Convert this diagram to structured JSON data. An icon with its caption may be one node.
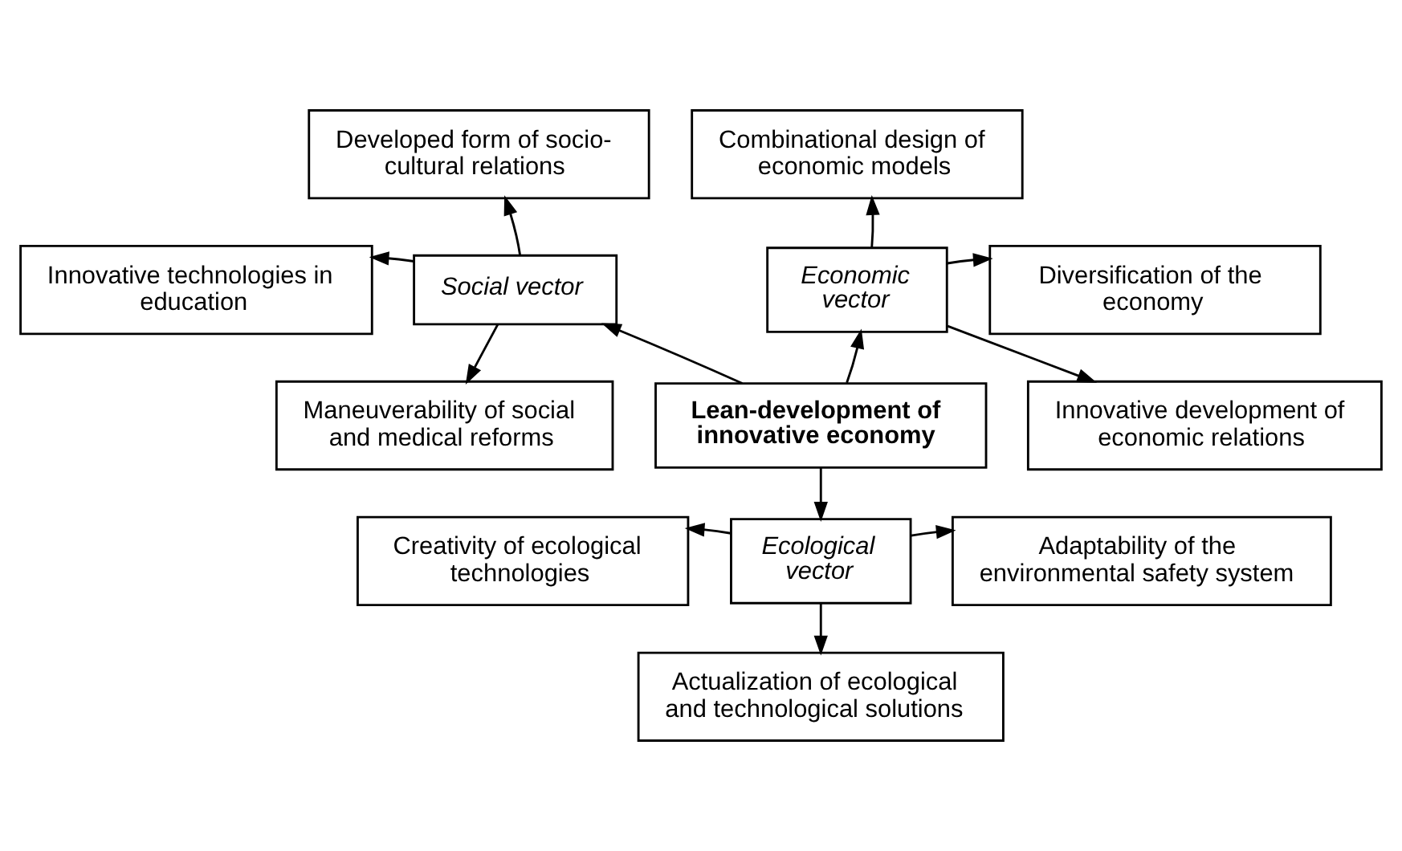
{
  "diagram": {
    "nodes": [
      {
        "text": [
          "Developed form of socio-cultural relations"
        ]
      },
      {
        "text": [
          "Combinational design of economic models"
        ]
      },
      {
        "text": [
          "Innovative technologies in education"
        ]
      },
      {
        "text": [
          "Social vector"
        ]
      },
      {
        "text": [
          "Economic vector"
        ]
      },
      {
        "text": [
          "Diversification of the economy"
        ]
      },
      {
        "text": [
          "Maneuverability of social and medical reforms"
        ]
      },
      {
        "text": [
          "Lean-development of innovative economy"
        ]
      },
      {
        "text": [
          "Innovative development of economic relations"
        ]
      },
      {
        "text": [
          "Creativity of ecological technologies"
        ]
      },
      {
        "text": [
          "Ecological vector"
        ]
      },
      {
        "text": [
          "Adaptability of the environmental safety system"
        ]
      },
      {
        "text": [
          "Actualization of ecological and technological solutions"
        ]
      }
    ],
    "edges": [
      {
        "from": 7,
        "to": 3,
        "arrow": "to"
      },
      {
        "from": 7,
        "to": 4,
        "arrow": "to"
      },
      {
        "from": 7,
        "to": 10,
        "arrow": "to"
      },
      {
        "from": 3,
        "to": 0,
        "arrow": "to"
      },
      {
        "from": 3,
        "to": 2,
        "arrow": "to"
      },
      {
        "from": 3,
        "to": 6,
        "arrow": "to"
      },
      {
        "from": 4,
        "to": 1,
        "arrow": "to"
      },
      {
        "from": 4,
        "to": 5,
        "arrow": "to"
      },
      {
        "from": 4,
        "to": 8,
        "arrow": "to"
      },
      {
        "from": 10,
        "to": 9,
        "arrow": "to"
      },
      {
        "from": 10,
        "to": 11,
        "arrow": "to"
      },
      {
        "from": 10,
        "to": 12,
        "arrow": "to"
      }
    ]
  }
}
